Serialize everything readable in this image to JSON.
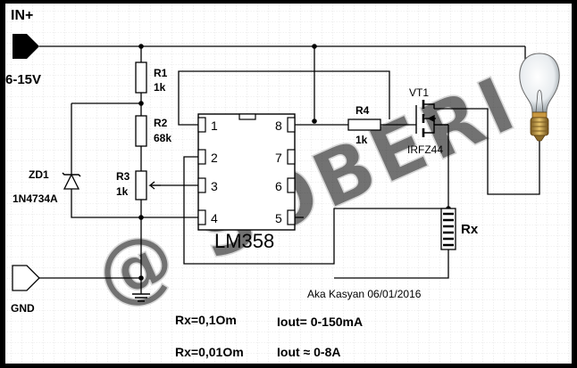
{
  "input": {
    "label": "IN+",
    "voltage": "6-15V"
  },
  "ground": {
    "label": "GND"
  },
  "ic": {
    "name": "LM358",
    "pins_left": [
      "1",
      "2",
      "3",
      "4"
    ],
    "pins_right": [
      "8",
      "7",
      "6",
      "5"
    ]
  },
  "resistors": {
    "r1": {
      "name": "R1",
      "value": "1k"
    },
    "r2": {
      "name": "R2",
      "value": "68k"
    },
    "r3": {
      "name": "R3",
      "value": "1k"
    },
    "r4": {
      "name": "R4",
      "value": "1k"
    },
    "rx": {
      "name": "Rx"
    }
  },
  "zener": {
    "name": "ZD1",
    "part": "1N4734A"
  },
  "transistor": {
    "name": "VT1",
    "part": "IRFZ44"
  },
  "author": "Aka Kasyan 06/01/2016",
  "notes": [
    {
      "rx": "Rx=0,1Om",
      "iout": "Iout= 0-150mA"
    },
    {
      "rx": "Rx=0,01Om",
      "iout": "Iout ≈ 0-8A"
    }
  ],
  "watermark": "@ SOBERI"
}
